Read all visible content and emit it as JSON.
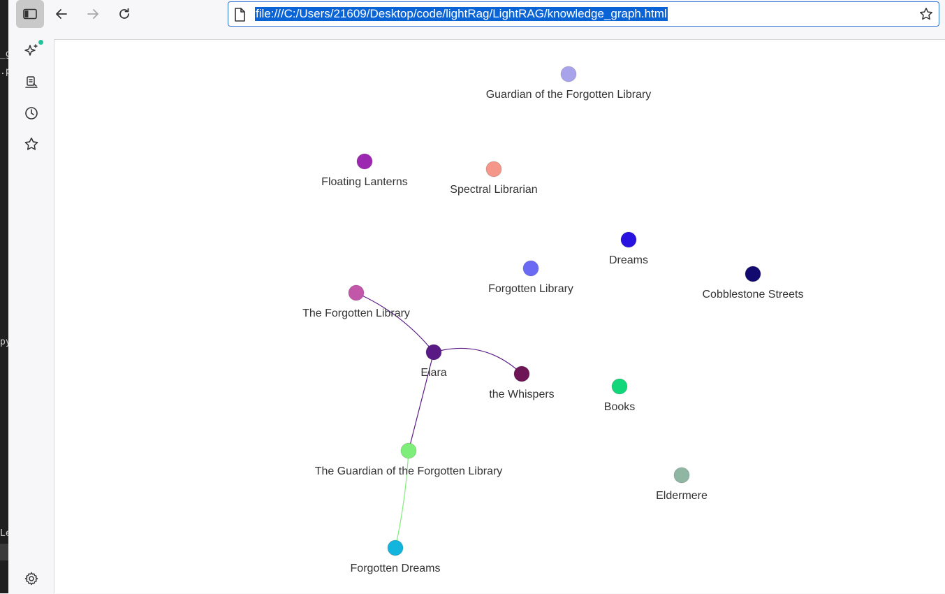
{
  "dark_strip": {
    "fragments": [
      "_g",
      ".p",
      "py",
      "Le"
    ]
  },
  "address_bar": {
    "url": "file:///C:/Users/21609/Desktop/code/lightRag/LightRAG/knowledge_graph.html"
  },
  "icons": {
    "sidebar_toggle": "sidebar-toggle-icon",
    "back": "arrow-left-icon",
    "forward": "arrow-right-icon",
    "reload": "reload-icon",
    "page": "file-icon",
    "favorite": "star-outline-icon",
    "copilot": "sparkle-icon",
    "collections": "collections-icon",
    "history": "history-icon",
    "favorites": "star-icon",
    "settings": "gear-icon"
  },
  "graph": {
    "nodes": [
      {
        "id": "guardian-forgotten-library",
        "label": "Guardian of the Forgotten Library",
        "color": "#a9a3ec"
      },
      {
        "id": "floating-lanterns",
        "label": "Floating Lanterns",
        "color": "#9c27b0"
      },
      {
        "id": "spectral-librarian",
        "label": "Spectral Librarian",
        "color": "#f4968a"
      },
      {
        "id": "dreams",
        "label": "Dreams",
        "color": "#2712e0"
      },
      {
        "id": "forgotten-library",
        "label": "Forgotten Library",
        "color": "#6a6af5"
      },
      {
        "id": "cobblestone-streets",
        "label": "Cobblestone Streets",
        "color": "#120a6e"
      },
      {
        "id": "the-forgotten-library",
        "label": "The Forgotten Library",
        "color": "#c256a8"
      },
      {
        "id": "elara",
        "label": "Elara",
        "color": "#5a1a86"
      },
      {
        "id": "the-whispers",
        "label": "the Whispers",
        "color": "#6e1556"
      },
      {
        "id": "books",
        "label": "Books",
        "color": "#12d67a"
      },
      {
        "id": "the-guardian-forgotten-library",
        "label": "The Guardian of the Forgotten Library",
        "color": "#7eee7a"
      },
      {
        "id": "eldermere",
        "label": "Eldermere",
        "color": "#8fb5a3"
      },
      {
        "id": "forgotten-dreams",
        "label": "Forgotten Dreams",
        "color": "#13b5dc"
      }
    ],
    "edges": [
      {
        "source": "the-forgotten-library",
        "target": "elara",
        "color": "#5a1a86"
      },
      {
        "source": "elara",
        "target": "the-whispers",
        "color": "#5a1a86"
      },
      {
        "source": "elara",
        "target": "the-guardian-forgotten-library",
        "color": "#5a1a86"
      },
      {
        "source": "the-guardian-forgotten-library",
        "target": "forgotten-dreams",
        "color": "#7eee7a"
      }
    ]
  }
}
